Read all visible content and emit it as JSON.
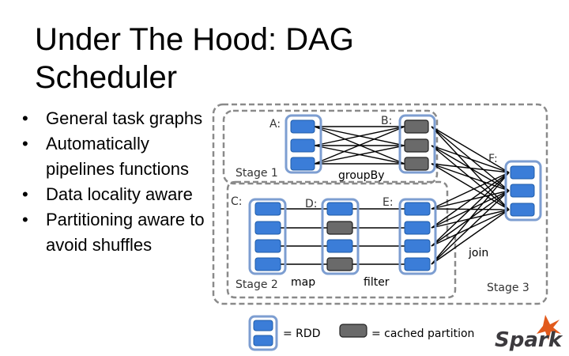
{
  "slide": {
    "title": "Under The Hood: DAG Scheduler",
    "bullets": [
      "General task graphs",
      "Automatically pipelines functions",
      "Data locality aware",
      "Partitioning aware to avoid shuffles"
    ]
  },
  "diagram": {
    "rdd_labels": {
      "A": "A:",
      "B": "B:",
      "C": "C:",
      "D": "D:",
      "E": "E:",
      "F": "F:"
    },
    "stage_labels": {
      "stage1": "Stage 1",
      "stage2": "Stage 2",
      "stage3": "Stage 3"
    },
    "operations": {
      "groupBy": "groupBy",
      "map": "map",
      "filter": "filter",
      "join": "join"
    },
    "colors": {
      "partition": "#3b7dd8",
      "cached_partition": "#6a6a6a",
      "rdd_border": "#7d9ed1",
      "stage_border": "#8a8a8a"
    }
  },
  "legend": {
    "rdd": "= RDD",
    "cached": "= cached partition"
  },
  "logo": {
    "text": "Spark"
  }
}
